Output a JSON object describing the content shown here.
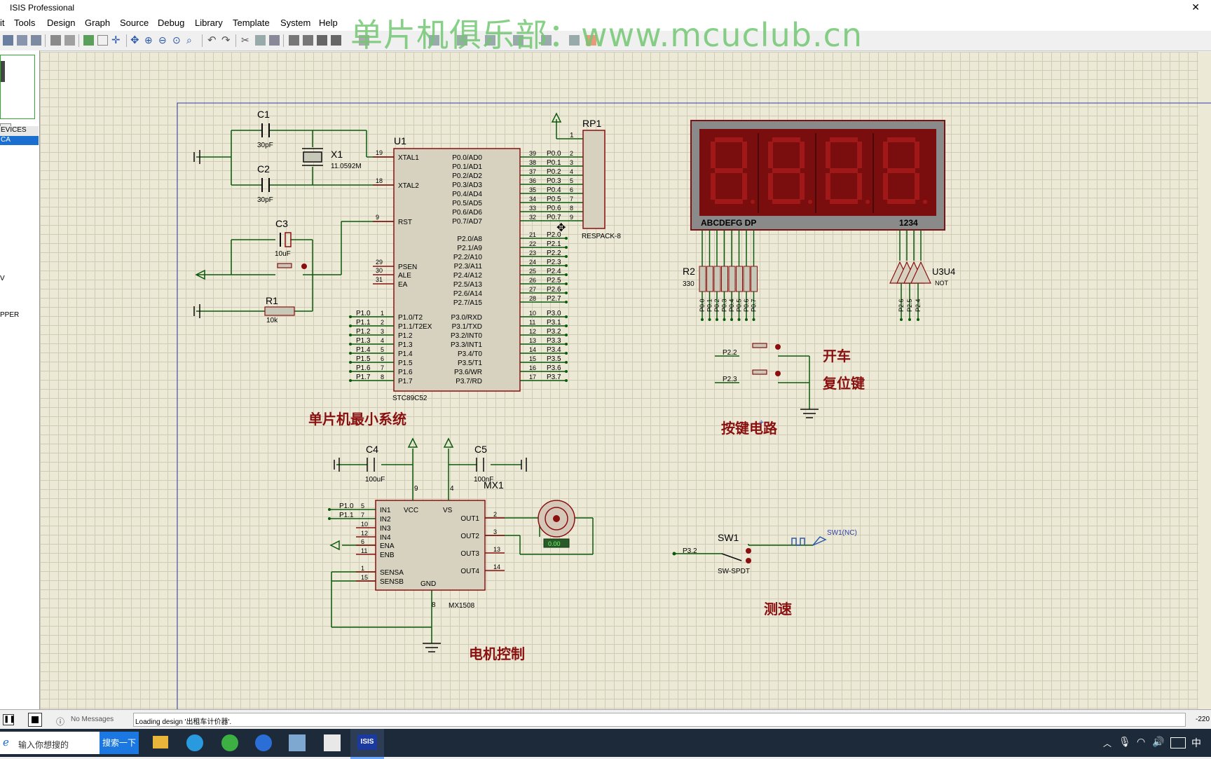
{
  "window": {
    "title": "ISIS Professional"
  },
  "watermark": "单片机俱乐部：www.mcuclub.cn",
  "menu": [
    "it",
    "Tools",
    "Design",
    "Graph",
    "Source",
    "Debug",
    "Library",
    "Template",
    "System",
    "Help"
  ],
  "panel": {
    "devices_header": "EVICES",
    "selected_device": "CA",
    "item_v": "V",
    "item_pper": "PPER"
  },
  "schematic": {
    "labels": {
      "mcu_system": "单片机最小系统",
      "button_circuit": "按键电路",
      "motor_control": "电机控制",
      "speed_measure": "测速",
      "start": "开车",
      "reset_key": "复位键"
    },
    "parts": {
      "c1": "C1",
      "c1_val": "30pF",
      "c2": "C2",
      "c2_val": "30pF",
      "x1": "X1",
      "x1_val": "11.0592M",
      "c3": "C3",
      "c3_val": "10uF",
      "r1": "R1",
      "r1_val": "10k",
      "u1": "U1",
      "u1_type": "STC89C52",
      "rp1": "RP1",
      "rp1_type": "RESPACK-8",
      "c4": "C4",
      "c4_val": "100uF",
      "c5": "C5",
      "c5_val": "100nF",
      "mx1": "MX1",
      "mx1_type": "MX1508",
      "sw1": "SW1",
      "sw1_type": "SW-SPDT",
      "sw1_probe": "SW1(NC)",
      "r2": "R2",
      "r2_val": "330",
      "seg_labels": "ABCDEFG DP",
      "seg_digits": "1234",
      "inv_label": "U3U4",
      "not_label": "NOT"
    },
    "u1_left_pins": [
      {
        "num": "19",
        "name": "XTAL1"
      },
      {
        "num": "18",
        "name": "XTAL2"
      },
      {
        "num": "9",
        "name": "RST"
      },
      {
        "num": "29",
        "name": "PSEN"
      },
      {
        "num": "30",
        "name": "ALE"
      },
      {
        "num": "31",
        "name": "EA"
      }
    ],
    "u1_p1": [
      {
        "num": "1",
        "name": "P1.0/T2",
        "net": "P1.0"
      },
      {
        "num": "2",
        "name": "P1.1/T2EX",
        "net": "P1.1"
      },
      {
        "num": "3",
        "name": "P1.2",
        "net": "P1.2"
      },
      {
        "num": "4",
        "name": "P1.3",
        "net": "P1.3"
      },
      {
        "num": "5",
        "name": "P1.4",
        "net": "P1.4"
      },
      {
        "num": "6",
        "name": "P1.5",
        "net": "P1.5"
      },
      {
        "num": "7",
        "name": "P1.6",
        "net": "P1.6"
      },
      {
        "num": "8",
        "name": "P1.7",
        "net": "P1.7"
      }
    ],
    "u1_p0": [
      {
        "num": "39",
        "name": "P0.0/AD0",
        "net": "P0.0",
        "rp": "2"
      },
      {
        "num": "38",
        "name": "P0.1/AD1",
        "net": "P0.1",
        "rp": "3"
      },
      {
        "num": "37",
        "name": "P0.2/AD2",
        "net": "P0.2",
        "rp": "4"
      },
      {
        "num": "36",
        "name": "P0.3/AD3",
        "net": "P0.3",
        "rp": "5"
      },
      {
        "num": "35",
        "name": "P0.4/AD4",
        "net": "P0.4",
        "rp": "6"
      },
      {
        "num": "34",
        "name": "P0.5/AD5",
        "net": "P0.5",
        "rp": "7"
      },
      {
        "num": "33",
        "name": "P0.6/AD6",
        "net": "P0.6",
        "rp": "8"
      },
      {
        "num": "32",
        "name": "P0.7/AD7",
        "net": "P0.7",
        "rp": "9"
      }
    ],
    "u1_p2": [
      {
        "num": "21",
        "name": "P2.0/A8",
        "net": "P2.0"
      },
      {
        "num": "22",
        "name": "P2.1/A9",
        "net": "P2.1"
      },
      {
        "num": "23",
        "name": "P2.2/A10",
        "net": "P2.2"
      },
      {
        "num": "24",
        "name": "P2.3/A11",
        "net": "P2.3"
      },
      {
        "num": "25",
        "name": "P2.4/A12",
        "net": "P2.4"
      },
      {
        "num": "26",
        "name": "P2.5/A13",
        "net": "P2.5"
      },
      {
        "num": "27",
        "name": "P2.6/A14",
        "net": "P2.6"
      },
      {
        "num": "28",
        "name": "P2.7/A15",
        "net": "P2.7"
      }
    ],
    "u1_p3": [
      {
        "num": "10",
        "name": "P3.0/RXD",
        "net": "P3.0"
      },
      {
        "num": "11",
        "name": "P3.1/TXD",
        "net": "P3.1"
      },
      {
        "num": "12",
        "name": "P3.2/INT0",
        "net": "P3.2"
      },
      {
        "num": "13",
        "name": "P3.3/INT1",
        "net": "P3.3"
      },
      {
        "num": "14",
        "name": "P3.4/T0",
        "net": "P3.4"
      },
      {
        "num": "15",
        "name": "P3.5/T1",
        "net": "P3.5"
      },
      {
        "num": "16",
        "name": "P3.6/WR",
        "net": "P3.6"
      },
      {
        "num": "17",
        "name": "P3.7/RD",
        "net": "P3.7"
      }
    ],
    "rp1_pin1": "1",
    "mx_left": [
      {
        "num": "5",
        "name": "IN1",
        "net": "P1.0"
      },
      {
        "num": "7",
        "name": "IN2",
        "net": "P1.1"
      },
      {
        "num": "10",
        "name": "IN3",
        "net": ""
      },
      {
        "num": "12",
        "name": "IN4",
        "net": ""
      },
      {
        "num": "6",
        "name": "ENA",
        "net": ""
      },
      {
        "num": "11",
        "name": "ENB",
        "net": ""
      },
      {
        "num": "1",
        "name": "SENSA",
        "net": ""
      },
      {
        "num": "15",
        "name": "SENSB",
        "net": ""
      }
    ],
    "mx_right": [
      {
        "num": "2",
        "name": "OUT1"
      },
      {
        "num": "3",
        "name": "OUT2"
      },
      {
        "num": "13",
        "name": "OUT3"
      },
      {
        "num": "14",
        "name": "OUT4"
      }
    ],
    "mx_top": {
      "vcc": "VCC",
      "vcc_pin": "9",
      "vs": "VS",
      "vs_pin": "4",
      "gnd": "GND",
      "gnd_pin": "8"
    },
    "seg_nets": [
      "P0.0",
      "P0.1",
      "P0.2",
      "P0.3",
      "P0.4",
      "P0.5",
      "P0.6",
      "P0.7"
    ],
    "digit_nets": [
      "P2.6",
      "P2.5",
      "P2.4"
    ],
    "btn_nets": [
      "P2.2",
      "P2.3"
    ],
    "sw_net": "P3.2",
    "motor_readout": "0.00"
  },
  "status": {
    "no_messages": "No Messages",
    "message": "Loading design '出租车计价器'.",
    "coord": "-220"
  },
  "taskbar": {
    "search_placeholder": "输入你想搜的",
    "search_button": "搜索一下",
    "ime": "中",
    "isis_label": "ISIS"
  }
}
